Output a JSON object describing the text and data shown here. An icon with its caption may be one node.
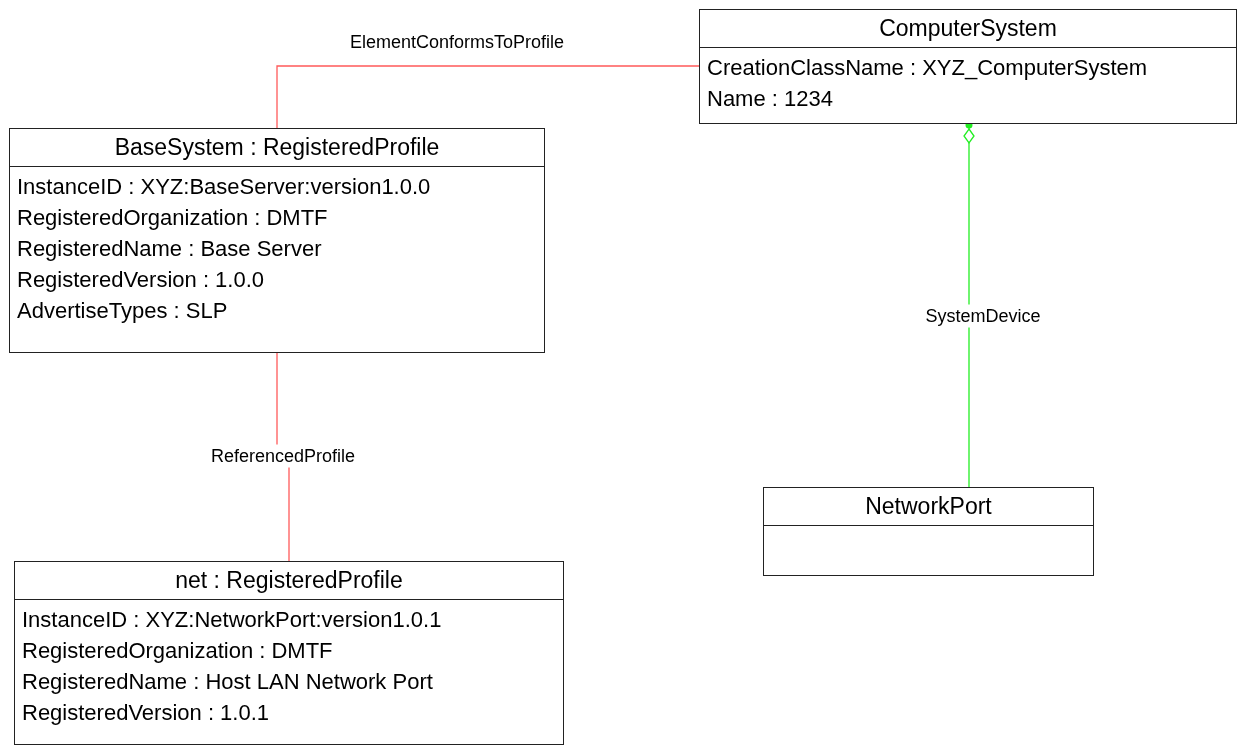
{
  "diagram": {
    "nodes": [
      {
        "text": [
          "ComputerSystem",
          "CreationClassName : XYZ_ComputerSystem",
          "Name : 1234"
        ]
      },
      {
        "text": [
          "BaseSystem : RegisteredProfile",
          "InstanceID : XYZ:BaseServer:version1.0.0",
          "RegisteredOrganization : DMTF",
          "RegisteredName : Base Server",
          "RegisteredVersion : 1.0.0",
          "AdvertiseTypes : SLP"
        ]
      },
      {
        "text": [
          "NetworkPort"
        ]
      },
      {
        "text": [
          "net : RegisteredProfile",
          "InstanceID : XYZ:NetworkPort:version1.0.1",
          "RegisteredOrganization : DMTF",
          "RegisteredName : Host LAN Network Port",
          "RegisteredVersion : 1.0.1"
        ]
      }
    ],
    "edges": [
      {
        "from": 1,
        "to": 0,
        "arrow": "none",
        "label": "ElementConformsToProfile",
        "color": "#ff5a5a"
      },
      {
        "from": 1,
        "to": 3,
        "arrow": "none",
        "label": "ReferencedProfile",
        "color": "#ff5a5a"
      },
      {
        "from": 0,
        "to": 2,
        "arrow": "other",
        "label": "SystemDevice",
        "color": "#22ee22"
      }
    ]
  }
}
